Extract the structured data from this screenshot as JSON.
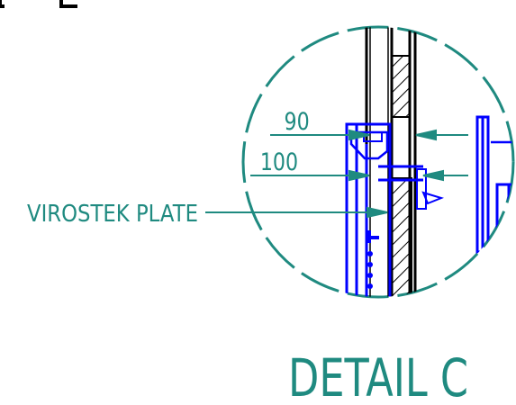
{
  "drawing": {
    "detail_title": "DETAIL C",
    "callout_label": "VIROSTEK PLATE",
    "dimensions": {
      "outer": "90",
      "inner": "100"
    }
  },
  "colors": {
    "annotation": "#1f8a80",
    "geometry": "#0000ff",
    "outline": "#000000",
    "background": "#ffffff"
  }
}
